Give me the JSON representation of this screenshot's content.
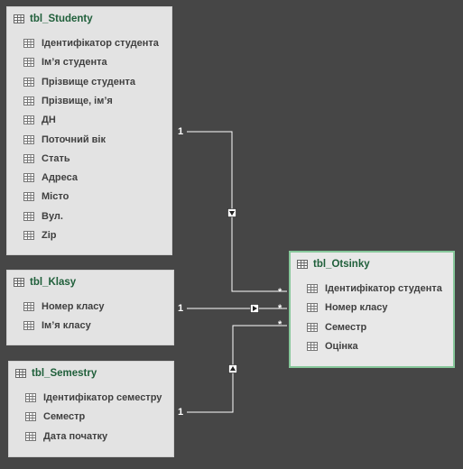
{
  "tables": {
    "studenty": {
      "name": "tbl_Studenty",
      "fields": [
        "Ідентифікатор студента",
        "Ім’я студента",
        "Прізвище студента",
        "Прізвище, ім’я",
        "ДН",
        "Поточний вік",
        "Стать",
        "Адреса",
        "Місто",
        "Вул.",
        "Zip"
      ]
    },
    "klasy": {
      "name": "tbl_Klasy",
      "fields": [
        "Номер класу",
        "Ім’я класу"
      ]
    },
    "semestry": {
      "name": "tbl_Semestry",
      "fields": [
        "Ідентифікатор семестру",
        "Семестр",
        "Дата початку"
      ]
    },
    "otsinky": {
      "name": "tbl_Otsinky",
      "fields": [
        "Ідентифікатор студента",
        "Номер класу",
        "Семестр",
        "Оцінка"
      ]
    }
  },
  "relationships": [
    {
      "from": "tbl_Studenty",
      "to": "tbl_Otsinky",
      "one": "1",
      "many": "*"
    },
    {
      "from": "tbl_Klasy",
      "to": "tbl_Otsinky",
      "one": "1",
      "many": "*"
    },
    {
      "from": "tbl_Semestry",
      "to": "tbl_Otsinky",
      "one": "1",
      "many": "*"
    }
  ],
  "colors": {
    "background": "#464646",
    "table_fill": "#e3e3e3",
    "title_text": "#1f5f3a",
    "selected_border": "#86c79a",
    "line": "#ffffff"
  }
}
